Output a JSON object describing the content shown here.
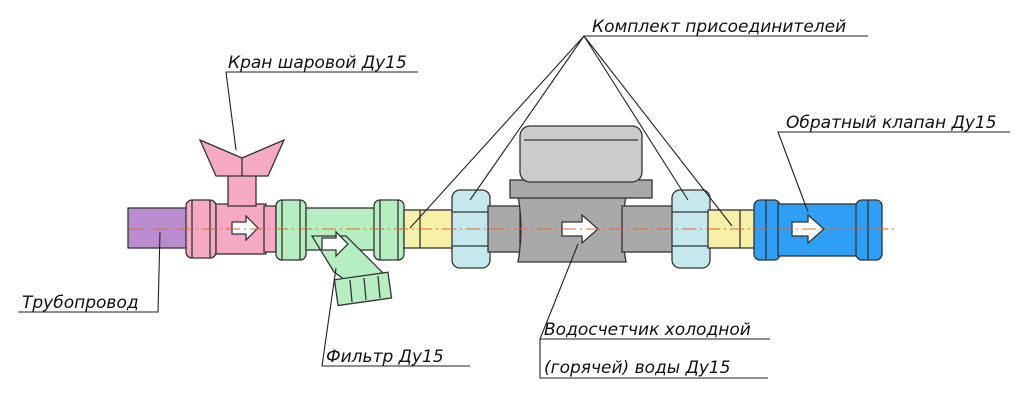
{
  "labels": {
    "connectors": "Комплект присоединителей",
    "ball_valve": "Кран шаровой Ду15",
    "check_valve": "Обратный клапан Ду15",
    "pipeline": "Трубопровод",
    "filter": "Фильтр Ду15",
    "meter_line1": "Водосчетчик холодной",
    "meter_line2": "(горячей) воды Ду15"
  },
  "colors": {
    "pipe": "#b98cd0",
    "valve": "#f5a9c4",
    "filter": "#b6eec2",
    "fitting": "#c4e8ec",
    "brass": "#f7f0a8",
    "meter_body": "#a9a9a9",
    "meter_cap": "#cbcbcb",
    "check_valve": "#2f9ef5",
    "axis": "#e06a2c"
  }
}
